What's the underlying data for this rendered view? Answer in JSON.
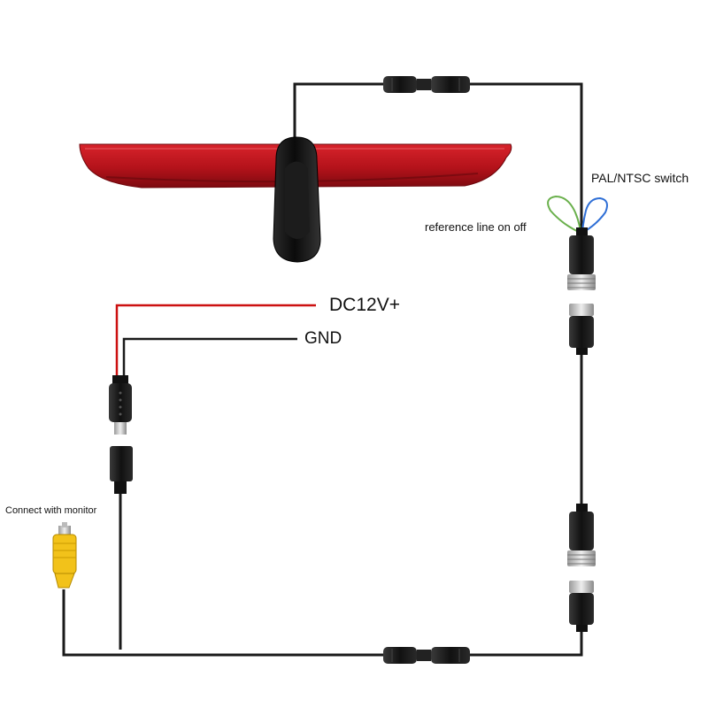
{
  "labels": {
    "pal_ntsc": "PAL/NTSC switch",
    "reference_line": "reference line on off",
    "dc_power": "DC12V+",
    "ground": "GND",
    "monitor": "Connect with monitor"
  },
  "colors": {
    "cable": "#1a1a1a",
    "power_wire": "#cc1111",
    "housing": "#c8141c",
    "camera_body": "#111111",
    "rca_plug": "#f2c21a",
    "loop_green": "#6ab04c",
    "loop_blue": "#2f6fd6"
  }
}
